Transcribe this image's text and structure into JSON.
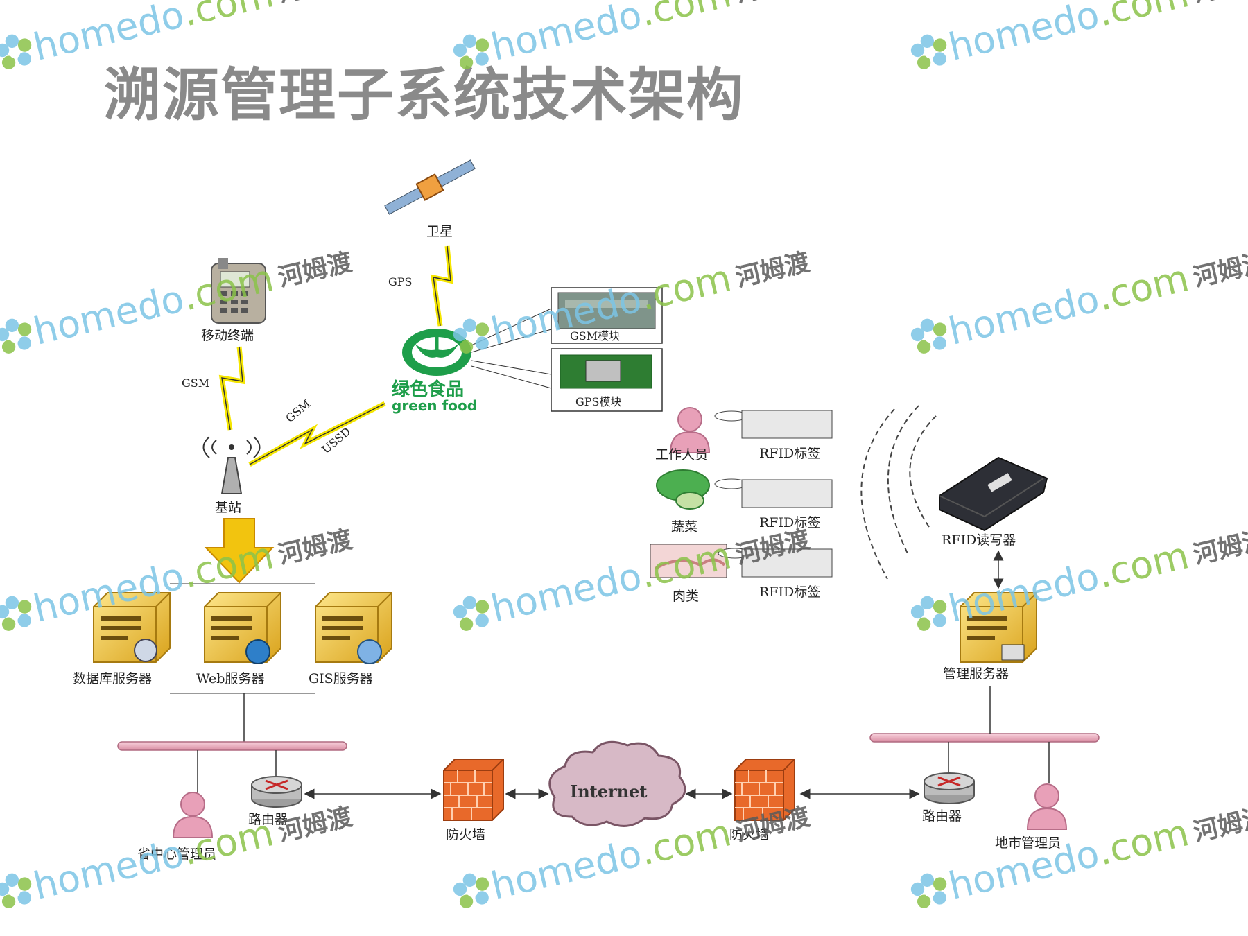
{
  "slide": {
    "title": "溯源管理子系统技术架构"
  },
  "nodes": {
    "satellite": "卫星",
    "gps_link": "GPS",
    "mobile_terminal": "移动终端",
    "gsm_link": "GSM",
    "gsm_link2": "GSM",
    "ussd_link": "USSD",
    "base_station": "基站",
    "gsm_module": "GSM模块",
    "gps_module": "GPS模块",
    "green_food_cn": "绿色食品",
    "green_food_en": "green food",
    "db_server": "数据库服务器",
    "web_server": "Web服务器",
    "gis_server": "GIS服务器",
    "worker": "工作人员",
    "vegetable": "蔬菜",
    "meat": "肉类",
    "rfid_tag_1": "RFID标签",
    "rfid_tag_2": "RFID标签",
    "rfid_tag_3": "RFID标签",
    "rfid_reader": "RFID读写器",
    "mgmt_server": "管理服务器",
    "router_left": "路由器",
    "router_right": "路由器",
    "firewall_left": "防火墙",
    "firewall_right": "防火墙",
    "internet": "Internet",
    "provincial_admin": "省中心管理员",
    "city_admin": "地市管理员"
  },
  "watermark": {
    "brand_a": "homedo",
    "brand_b": ".com",
    "brand_cn": "河姆渡"
  },
  "colors": {
    "title": "#8a8a8a",
    "bus_pink": "#f2b6c6",
    "lightning": "#f5e600",
    "firewall": "#e8692a",
    "server": "#f2c94c",
    "person": "#e8a0b8",
    "green_logo": "#1e9e4a"
  }
}
